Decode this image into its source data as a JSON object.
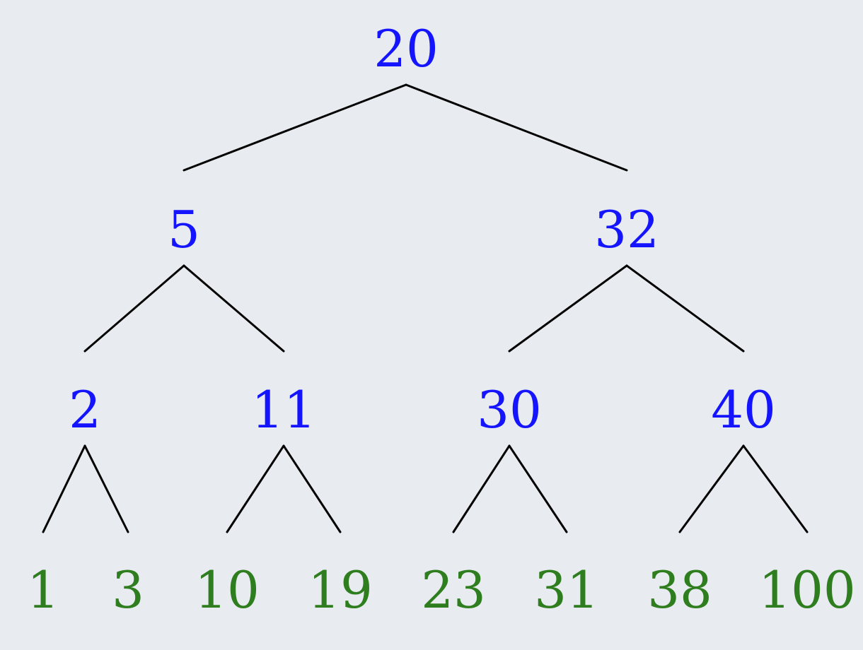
{
  "colors": {
    "background": "#e8ebef",
    "internal_node": "#1414ff",
    "leaf_node": "#2e7d1e",
    "edge": "#000000"
  },
  "tree": {
    "root": {
      "label": "20",
      "children": [
        {
          "label": "5",
          "children": [
            {
              "label": "2",
              "children": [
                {
                  "label": "1"
                },
                {
                  "label": "3"
                }
              ]
            },
            {
              "label": "11",
              "children": [
                {
                  "label": "10"
                },
                {
                  "label": "19"
                }
              ]
            }
          ]
        },
        {
          "label": "32",
          "children": [
            {
              "label": "30",
              "children": [
                {
                  "label": "23"
                },
                {
                  "label": "31"
                }
              ]
            },
            {
              "label": "40",
              "children": [
                {
                  "label": "38"
                },
                {
                  "label": "100"
                }
              ]
            }
          ]
        }
      ]
    }
  }
}
